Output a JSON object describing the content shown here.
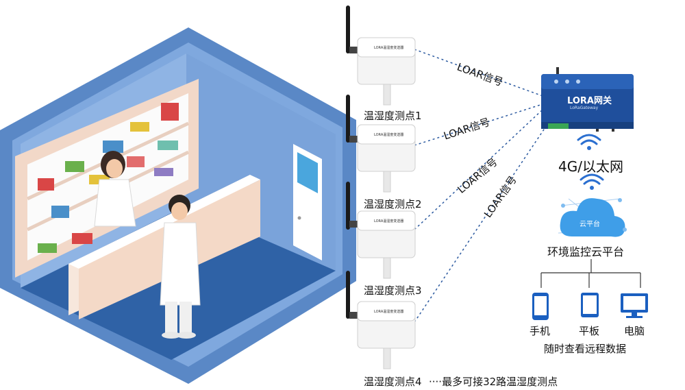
{
  "sensors": [
    {
      "label": "温湿度测点1",
      "link": "LOAR信号",
      "device_text": "LORA温湿度变送器"
    },
    {
      "label": "温湿度测点2",
      "link": "LOAR信号",
      "device_text": "LORA温湿度变送器"
    },
    {
      "label": "温湿度测点3",
      "link": "LOAR信号",
      "device_text": "LORA温湿度变送器"
    },
    {
      "label": "温湿度测点4",
      "link": "LOAR信号",
      "device_text": "LORA温湿度变送器"
    }
  ],
  "footer_note": "····最多可接32路温湿度测点",
  "gateway": {
    "title": "LORA网关",
    "subtitle": "LoRaGateway"
  },
  "network": "4G/以太网",
  "cloud": {
    "badge": "云平台",
    "title": "环境监控云平台"
  },
  "clients": [
    {
      "label": "手机",
      "icon": "phone-icon"
    },
    {
      "label": "平板",
      "icon": "tablet-icon"
    },
    {
      "label": "电脑",
      "icon": "monitor-icon"
    }
  ],
  "clients_caption": "随时查看远程数据",
  "colors": {
    "room_wall": "#6f9bd4",
    "room_floor": "#2f62a6",
    "gateway": "#1f4f9c",
    "link": "#2c5aa0",
    "cloud": "#3f9ee8"
  }
}
